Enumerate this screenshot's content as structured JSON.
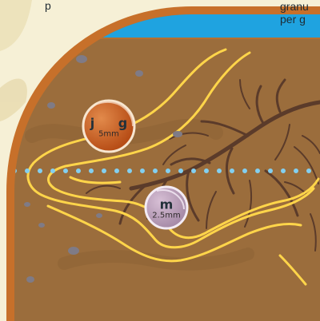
{
  "caption": {
    "line1": "granu",
    "line2": "per g"
  },
  "top_fragment": "p",
  "grains": [
    {
      "letters": "j g",
      "size": "5mm"
    },
    {
      "letters": "m",
      "size": "2.5mm"
    }
  ],
  "colors": {
    "background": "#f6f0d6",
    "frame": "#c7702a",
    "soil": "#9b6d3c",
    "water": "#1fa3e0",
    "channel_outline": "#ffd54a",
    "roots": "#5b3b2a",
    "dotted_line": "#83cff0",
    "grain_large": "#c45a1f",
    "grain_small": "#b79ab9",
    "pebbles": "#7f7b86"
  }
}
